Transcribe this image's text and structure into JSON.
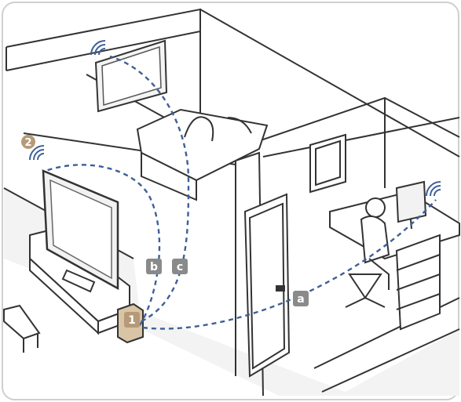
{
  "labels": {
    "number_2": "2",
    "number_1": "1",
    "tag_a": "a",
    "tag_b": "b",
    "tag_c": "c"
  },
  "colors": {
    "line": "#333333",
    "wifi_path": "#3f5f97",
    "badge_gray": "#8a8a8a",
    "badge_tan": "#b69a78",
    "floor": "#f6f6f6"
  },
  "icons": [
    "wireless-signal-icon",
    "wall-tv-icon",
    "floor-tv-icon",
    "computer-monitor-icon",
    "router-icon"
  ]
}
